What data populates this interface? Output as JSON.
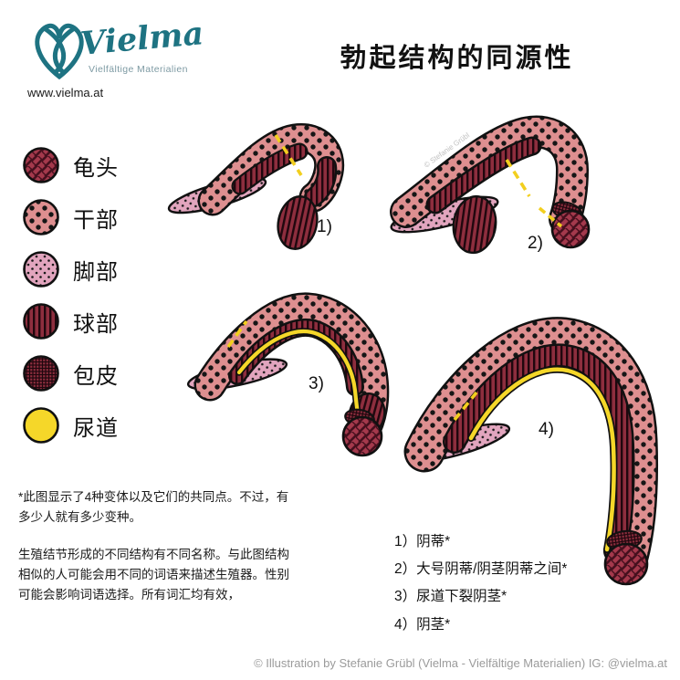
{
  "header": {
    "title": "勃起结构的同源性"
  },
  "logo": {
    "name": "Vielma",
    "subtitle": "Vielfältige Materialien",
    "url": "www.vielma.at"
  },
  "legend": {
    "items": [
      {
        "label": "龟头",
        "key": "glans",
        "pattern": "weave"
      },
      {
        "label": "干部",
        "key": "shaft",
        "pattern": "dots"
      },
      {
        "label": "脚部",
        "key": "crura",
        "pattern": "small-dots"
      },
      {
        "label": "球部",
        "key": "bulb",
        "pattern": "stripes"
      },
      {
        "label": "包皮",
        "key": "foreskin",
        "pattern": "grid"
      },
      {
        "label": "尿道",
        "key": "urethra",
        "pattern": "solid-yellow"
      }
    ]
  },
  "figures": {
    "labels": [
      "1)",
      "2)",
      "3)",
      "4)"
    ],
    "watermark": "© Stefanie Grübl"
  },
  "notes": {
    "variants_note": "*此图显示了4种变体以及它们的共同点。不过，有多少人就有多少变种。",
    "naming_note": "生殖结节形成的不同结构有不同名称。与此图结构相似的人可能会用不同的词语来描述生殖器。性别可能会影响词语选择。所有词汇均有效，"
  },
  "variant_list": {
    "items": [
      "1）阴蒂*",
      "2）大号阴蒂/阴茎阴蒂之间*",
      "3）尿道下裂阴茎*",
      "4）阴茎*"
    ]
  },
  "footer": {
    "copyright": "© Illustration by Stefanie Grübl (Vielma - Vielfältige Materialien) IG: @vielma.at"
  },
  "colors": {
    "teal": "#1E7382",
    "salmon": "#DE8F90",
    "dark_red": "#8E2E3E",
    "stripe_dark": "#20070E",
    "pink": "#E2A5BE",
    "glans_red": "#A4394C",
    "yellow": "#F5D729",
    "ink": "#111111"
  }
}
